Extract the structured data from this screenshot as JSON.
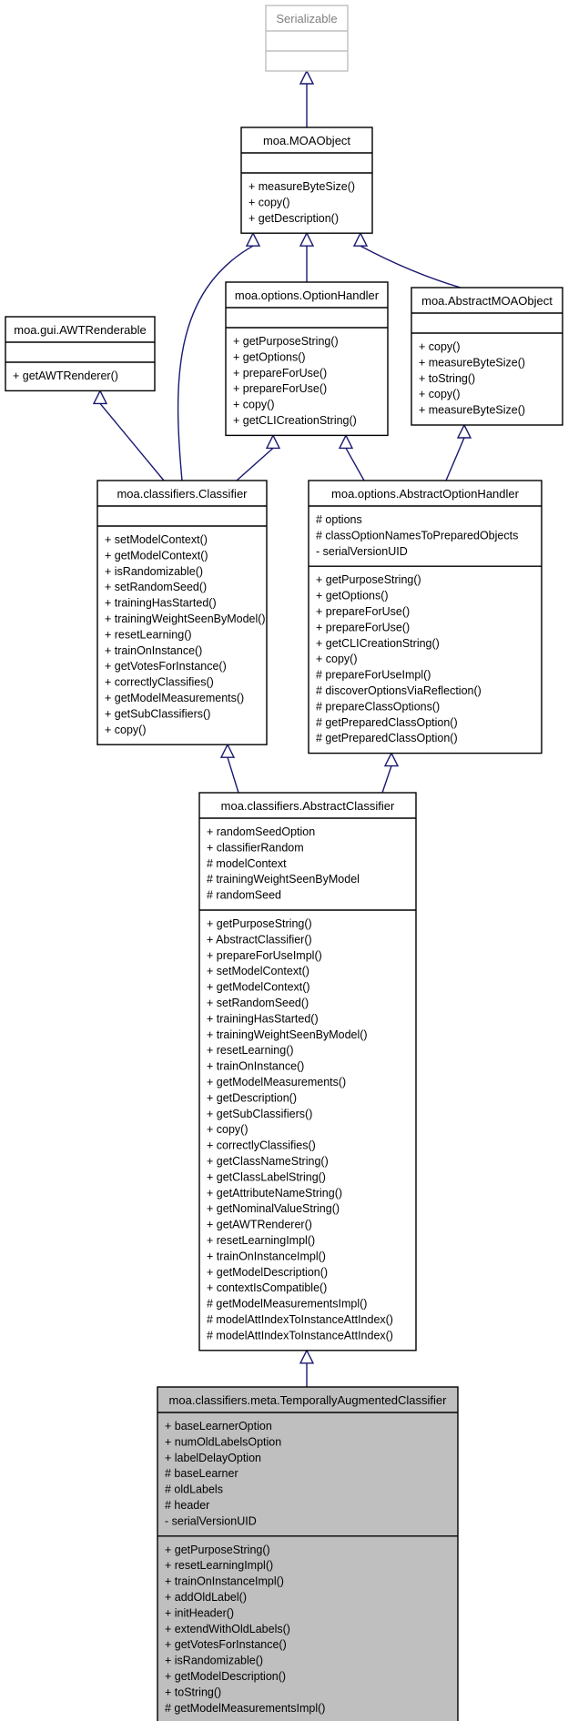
{
  "colors": {
    "edge": "#191970",
    "box_border": "#000000",
    "external_border": "#bfbfbf",
    "external_text": "#808080",
    "focus_fill": "#bfbfbf",
    "background": "#ffffff"
  },
  "classes": [
    {
      "id": "serializable",
      "name": "Serializable",
      "external": true,
      "attributes": [],
      "methods": []
    },
    {
      "id": "moaobject",
      "name": "moa.MOAObject",
      "attributes": [],
      "methods": [
        "+ measureByteSize()",
        "+ copy()",
        "+ getDescription()"
      ]
    },
    {
      "id": "awtrenderable",
      "name": "moa.gui.AWTRenderable",
      "attributes": [],
      "methods": [
        "+ getAWTRenderer()"
      ]
    },
    {
      "id": "optionhandler",
      "name": "moa.options.OptionHandler",
      "attributes": [],
      "methods": [
        "+ getPurposeString()",
        "+ getOptions()",
        "+ prepareForUse()",
        "+ prepareForUse()",
        "+ copy()",
        "+ getCLICreationString()"
      ]
    },
    {
      "id": "abstractmoaobject",
      "name": "moa.AbstractMOAObject",
      "attributes": [],
      "methods": [
        "+ copy()",
        "+ measureByteSize()",
        "+ toString()",
        "+ copy()",
        "+ measureByteSize()"
      ]
    },
    {
      "id": "classifier",
      "name": "moa.classifiers.Classifier",
      "attributes": [],
      "methods": [
        "+ setModelContext()",
        "+ getModelContext()",
        "+ isRandomizable()",
        "+ setRandomSeed()",
        "+ trainingHasStarted()",
        "+ trainingWeightSeenByModel()",
        "+ resetLearning()",
        "+ trainOnInstance()",
        "+ getVotesForInstance()",
        "+ correctlyClassifies()",
        "+ getModelMeasurements()",
        "+ getSubClassifiers()",
        "+ copy()"
      ]
    },
    {
      "id": "abstractoptionhandler",
      "name": "moa.options.AbstractOptionHandler",
      "attributes": [
        "# options",
        "# classOptionNamesToPreparedObjects",
        "- serialVersionUID"
      ],
      "methods": [
        "+ getPurposeString()",
        "+ getOptions()",
        "+ prepareForUse()",
        "+ prepareForUse()",
        "+ getCLICreationString()",
        "+ copy()",
        "# prepareForUseImpl()",
        "# discoverOptionsViaReflection()",
        "# prepareClassOptions()",
        "# getPreparedClassOption()",
        "# getPreparedClassOption()"
      ]
    },
    {
      "id": "abstractclassifier",
      "name": "moa.classifiers.AbstractClassifier",
      "attributes": [
        "+ randomSeedOption",
        "+ classifierRandom",
        "# modelContext",
        "# trainingWeightSeenByModel",
        "# randomSeed"
      ],
      "methods": [
        "+ getPurposeString()",
        "+ AbstractClassifier()",
        "+ prepareForUseImpl()",
        "+ setModelContext()",
        "+ getModelContext()",
        "+ setRandomSeed()",
        "+ trainingHasStarted()",
        "+ trainingWeightSeenByModel()",
        "+ resetLearning()",
        "+ trainOnInstance()",
        "+ getModelMeasurements()",
        "+ getDescription()",
        "+ getSubClassifiers()",
        "+ copy()",
        "+ correctlyClassifies()",
        "+ getClassNameString()",
        "+ getClassLabelString()",
        "+ getAttributeNameString()",
        "+ getNominalValueString()",
        "+ getAWTRenderer()",
        "+ resetLearningImpl()",
        "+ trainOnInstanceImpl()",
        "+ getModelDescription()",
        "+ contextIsCompatible()",
        "# getModelMeasurementsImpl()",
        "# modelAttIndexToInstanceAttIndex()",
        "# modelAttIndexToInstanceAttIndex()"
      ]
    },
    {
      "id": "temporallyaugmented",
      "name": "moa.classifiers.meta.TemporallyAugmentedClassifier",
      "focus": true,
      "attributes": [
        "+ baseLearnerOption",
        "+ numOldLabelsOption",
        "+ labelDelayOption",
        "# baseLearner",
        "# oldLabels",
        "# header",
        "- serialVersionUID"
      ],
      "methods": [
        "+ getPurposeString()",
        "+ resetLearningImpl()",
        "+ trainOnInstanceImpl()",
        "+ addOldLabel()",
        "+ initHeader()",
        "+ extendWithOldLabels()",
        "+ getVotesForInstance()",
        "+ isRandomizable()",
        "+ getModelDescription()",
        "+ toString()",
        "# getModelMeasurementsImpl()"
      ]
    }
  ],
  "inheritance": [
    {
      "from": "moaobject",
      "to": "serializable"
    },
    {
      "from": "optionhandler",
      "to": "moaobject"
    },
    {
      "from": "abstractmoaobject",
      "to": "moaobject"
    },
    {
      "from": "classifier",
      "to": "moaobject"
    },
    {
      "from": "classifier",
      "to": "awtrenderable"
    },
    {
      "from": "classifier",
      "to": "optionhandler"
    },
    {
      "from": "abstractoptionhandler",
      "to": "optionhandler"
    },
    {
      "from": "abstractoptionhandler",
      "to": "abstractmoaobject"
    },
    {
      "from": "abstractclassifier",
      "to": "classifier"
    },
    {
      "from": "abstractclassifier",
      "to": "abstractoptionhandler"
    },
    {
      "from": "temporallyaugmented",
      "to": "abstractclassifier"
    }
  ]
}
